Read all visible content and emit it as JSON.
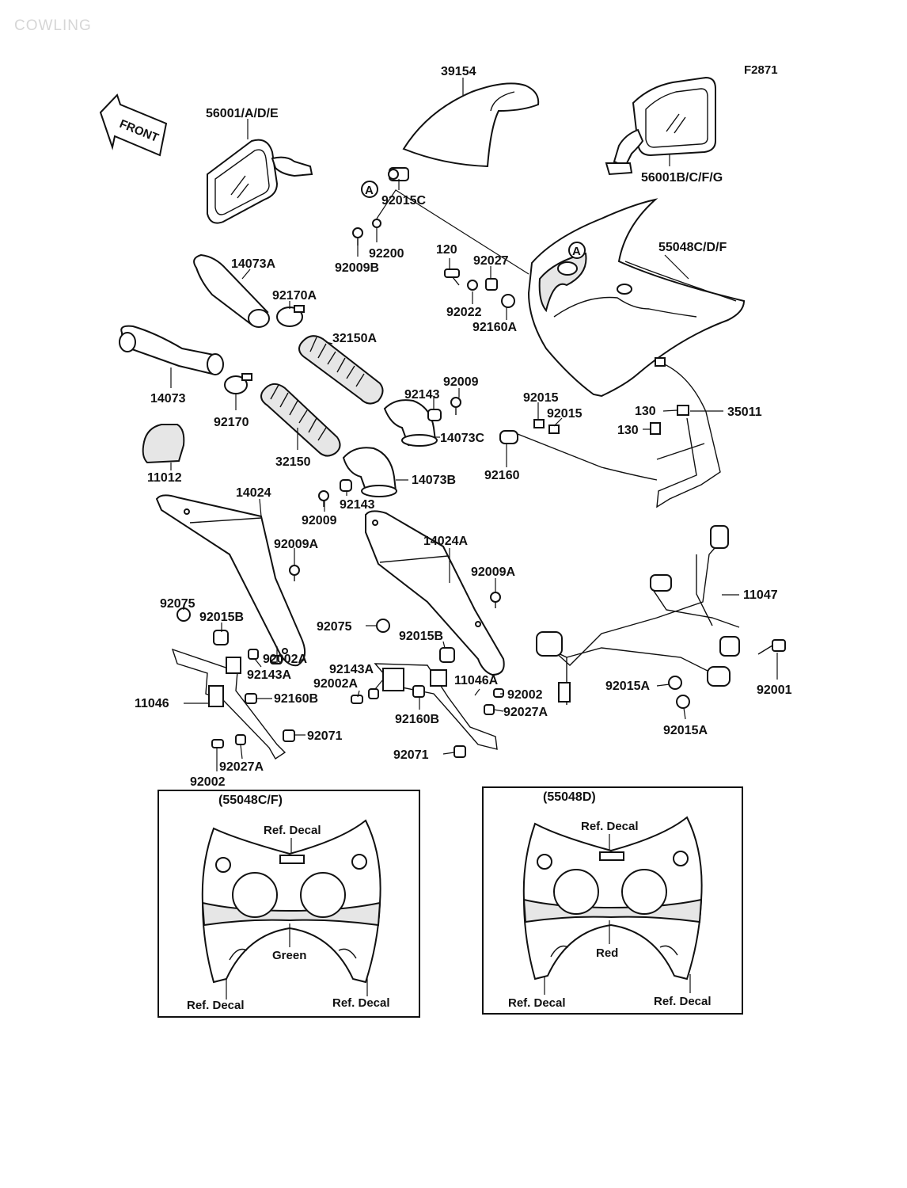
{
  "watermark": "COWLING",
  "figure_code": "F2871",
  "front_arrow": "FRONT",
  "ref_marker": "A",
  "labels": {
    "p39154": "39154",
    "p56001ade": "56001/A/D/E",
    "p56001bcfg": "56001B/C/F/G",
    "p92015c": "92015C",
    "p92009b": "92009B",
    "p92200": "92200",
    "p120": "120",
    "p92027": "92027",
    "p55048cdf": "55048C/D/F",
    "p92022": "92022",
    "p92160a": "92160A",
    "p14073a": "14073A",
    "p92170a": "92170A",
    "p32150a": "32150A",
    "p14073": "14073",
    "p92170": "92170",
    "p92143": "92143",
    "p92009_upper": "92009",
    "p14073c": "14073C",
    "p92015_l": "92015",
    "p92015_r": "92015",
    "p92160": "92160",
    "p130_top": "130",
    "p130_bot": "130",
    "p35011": "35011",
    "p32150": "32150",
    "p11012": "11012",
    "p14073b": "14073B",
    "p92009_lower": "92009",
    "p92143_lower": "92143",
    "p14024": "14024",
    "p92009a_l": "92009A",
    "p14024a": "14024A",
    "p92009a_r": "92009A",
    "p11047": "11047",
    "p92075_l": "92075",
    "p92015b_l": "92015B",
    "p92075_r": "92075",
    "p92015b_r": "92015B",
    "p92002a_l": "92002A",
    "p92143a_l": "92143A",
    "p92143a_r": "92143A",
    "p92002a_r": "92002A",
    "p11046a": "11046A",
    "p92002_r": "92002",
    "p92160b_l": "92160B",
    "p11046": "11046",
    "p92160b_r": "92160B",
    "p92027a_r": "92027A",
    "p92015a_l": "92015A",
    "p92001": "92001",
    "p92015a_b": "92015A",
    "p92071_l": "92071",
    "p92071_r": "92071",
    "p92027a_l": "92027A",
    "p92002_l": "92002"
  },
  "panels": [
    {
      "title": "(55048C/F)",
      "top_decal": "Ref. Decal",
      "color": "Green",
      "left_decal": "Ref. Decal",
      "right_decal": "Ref. Decal"
    },
    {
      "title": "(55048D)",
      "top_decal": "Ref. Decal",
      "color": "Red",
      "left_decal": "Ref. Decal",
      "right_decal": "Ref. Decal"
    }
  ]
}
